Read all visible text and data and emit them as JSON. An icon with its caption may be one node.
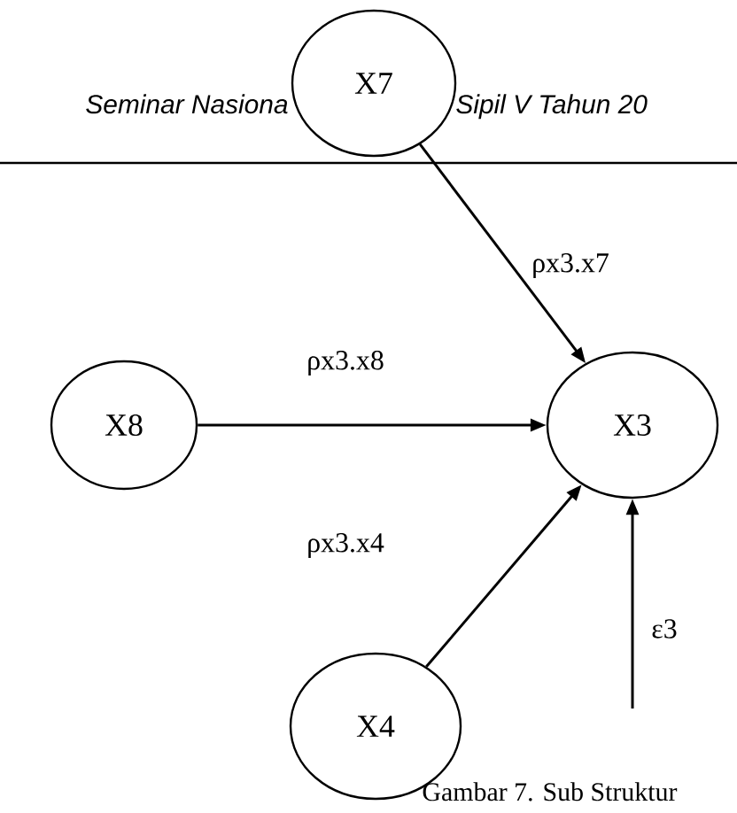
{
  "diagram": {
    "nodes": [
      {
        "text": [
          "X7"
        ]
      },
      {
        "text": [
          "X8"
        ]
      },
      {
        "text": [
          "X3"
        ]
      },
      {
        "text": [
          "X4"
        ]
      }
    ],
    "edges": [
      {
        "from": 0,
        "to": 2,
        "arrow": "to",
        "label": "ρx3.x7"
      },
      {
        "from": 1,
        "to": 2,
        "arrow": "to",
        "label": "ρx3.x8"
      },
      {
        "from": 3,
        "to": 2,
        "arrow": "to",
        "label": "ρx3.x4"
      },
      {
        "from": null,
        "to": 2,
        "arrow": "to",
        "label": "ε3"
      }
    ],
    "labels": [
      "Seminar Nasiona",
      "Sipil V Tahun 20",
      "Gambar 7. Sub Struktur"
    ]
  }
}
